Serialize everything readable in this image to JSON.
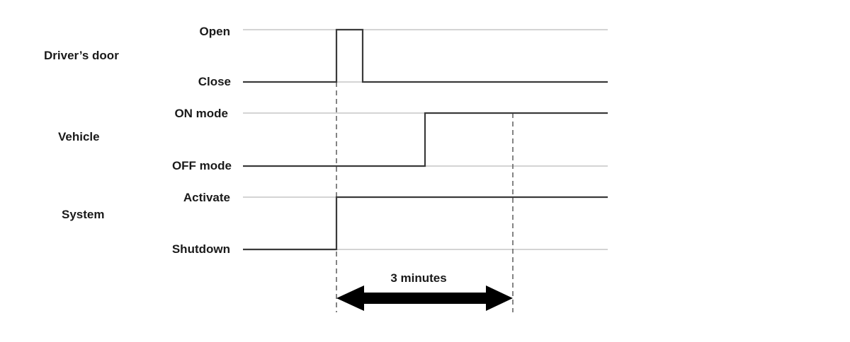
{
  "signals": [
    {
      "name": "Driver’s door",
      "high_label": "Open",
      "low_label": "Close"
    },
    {
      "name": "Vehicle",
      "high_label": "ON mode",
      "low_label": "OFF mode"
    },
    {
      "name": "System",
      "high_label": "Activate",
      "low_label": "Shutdown"
    }
  ],
  "duration_label": "3 minutes",
  "colors": {
    "signal": "#3a3a3a",
    "guide": "#d4d4d4",
    "marker": "#666666",
    "arrow": "#000000"
  }
}
